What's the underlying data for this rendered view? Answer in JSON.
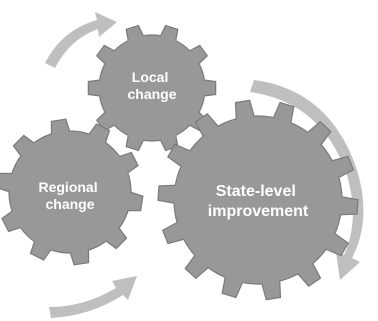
{
  "diagram": {
    "gears": [
      {
        "id": "local",
        "lines": [
          "Local",
          "change"
        ]
      },
      {
        "id": "regional",
        "lines": [
          "Regional",
          "change"
        ]
      },
      {
        "id": "state",
        "lines": [
          "State-level",
          "improvement"
        ]
      }
    ],
    "colors": {
      "gear_fill": "#989898",
      "gear_stroke": "#7a7a7a",
      "label": "#ffffff",
      "arrow": "#bfbfbf",
      "background": "#ffffff"
    },
    "arrows": [
      {
        "id": "top-left-arrow",
        "direction": "clockwise"
      },
      {
        "id": "right-arrow",
        "direction": "clockwise"
      },
      {
        "id": "bottom-left-arrow",
        "direction": "clockwise"
      }
    ]
  }
}
